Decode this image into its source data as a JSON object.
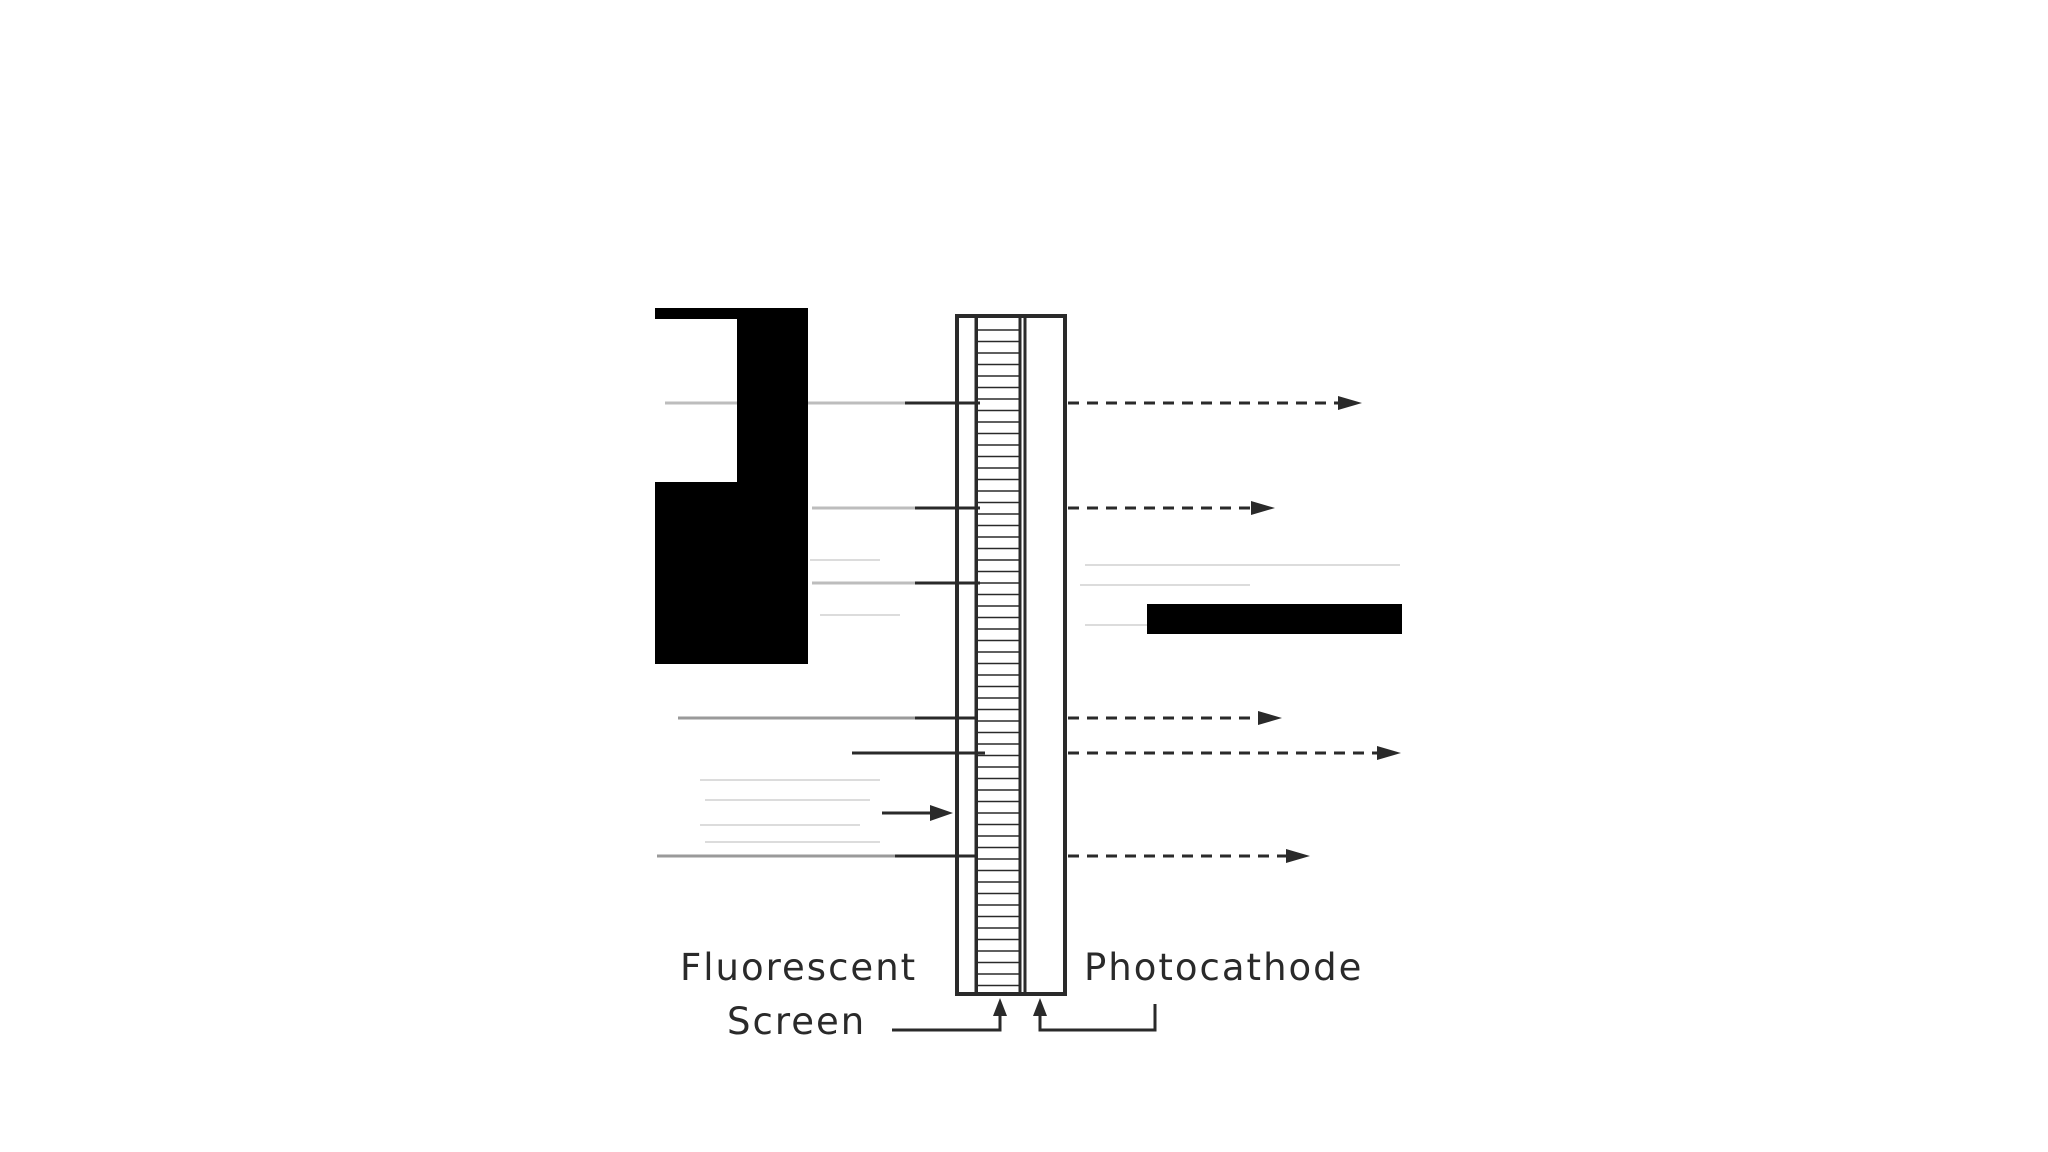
{
  "labels": {
    "fluorescent_line1": "Fluorescent",
    "fluorescent_line2": "Screen",
    "photocathode": "Photocathode"
  },
  "colors": {
    "ink": "#2a2a2a",
    "redaction": "#000000",
    "faint": "#c8c8c8",
    "background": "#ffffff"
  }
}
